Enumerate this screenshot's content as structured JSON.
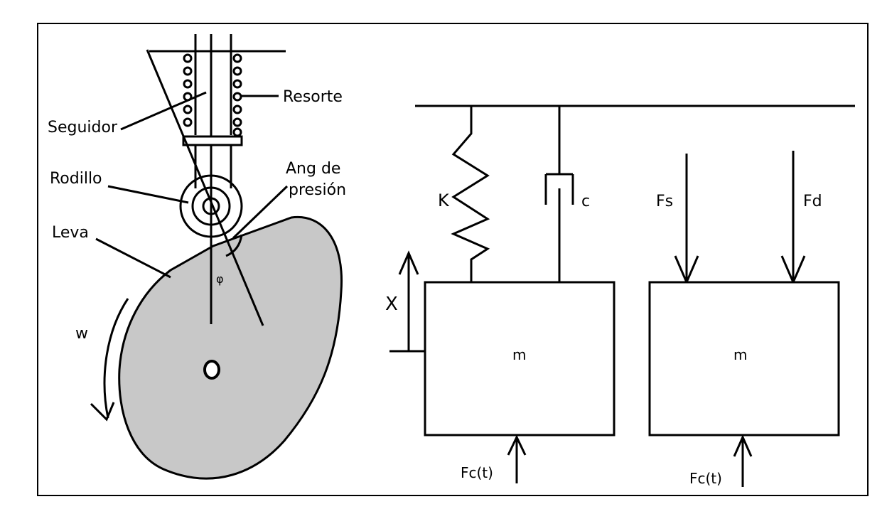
{
  "colors": {
    "cam_fill": "#c8c8c8",
    "ink": "#000000",
    "background": "#ffffff"
  },
  "cam_mechanism": {
    "label_seguidor": "Seguidor",
    "label_resorte": "Resorte",
    "label_rodillo": "Rodillo",
    "label_ang_line1": "Ang de",
    "label_ang_line2": "presión",
    "label_leva": "Leva",
    "label_phi": "φ",
    "label_w": "w"
  },
  "spring_damper_model": {
    "label_k": "K",
    "label_c": "c",
    "label_x": "X",
    "label_m": "m",
    "label_fc": "Fc(t)"
  },
  "free_body": {
    "label_fs": "Fs",
    "label_fd": "Fd",
    "label_m": "m",
    "label_fc": "Fc(t)"
  }
}
